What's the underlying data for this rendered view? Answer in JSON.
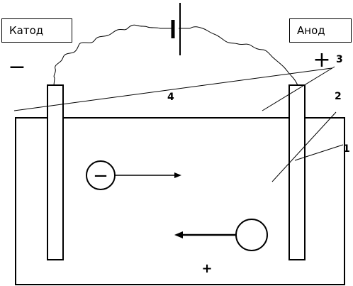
{
  "labels": {
    "cathode": "Катод",
    "anode": "Анод",
    "minus": "−",
    "plus": "+",
    "bottom_plus": "+"
  },
  "callouts": {
    "n1": "1",
    "n2": "2",
    "n3": "3",
    "n4": "4"
  },
  "ions": {
    "anion_sign": "−"
  }
}
